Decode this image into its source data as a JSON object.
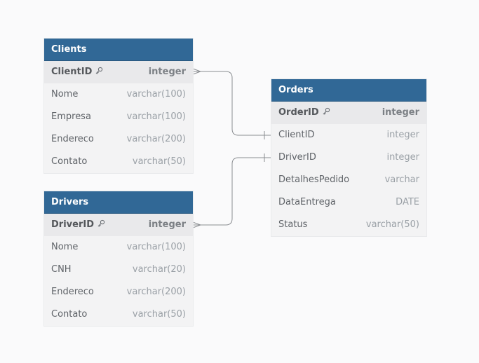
{
  "tables": {
    "clients": {
      "title": "Clients",
      "columns": [
        {
          "name": "ClientID",
          "type": "integer",
          "pk": true
        },
        {
          "name": "Nome",
          "type": "varchar(100)"
        },
        {
          "name": "Empresa",
          "type": "varchar(100)"
        },
        {
          "name": "Endereco",
          "type": "varchar(200)"
        },
        {
          "name": "Contato",
          "type": "varchar(50)"
        }
      ]
    },
    "drivers": {
      "title": "Drivers",
      "columns": [
        {
          "name": "DriverID",
          "type": "integer",
          "pk": true
        },
        {
          "name": "Nome",
          "type": "varchar(100)"
        },
        {
          "name": "CNH",
          "type": "varchar(20)"
        },
        {
          "name": "Endereco",
          "type": "varchar(200)"
        },
        {
          "name": "Contato",
          "type": "varchar(50)"
        }
      ]
    },
    "orders": {
      "title": "Orders",
      "columns": [
        {
          "name": "OrderID",
          "type": "integer",
          "pk": true
        },
        {
          "name": "ClientID",
          "type": "integer"
        },
        {
          "name": "DriverID",
          "type": "integer"
        },
        {
          "name": "DetalhesPedido",
          "type": "varchar"
        },
        {
          "name": "DataEntrega",
          "type": "DATE"
        },
        {
          "name": "Status",
          "type": "varchar(50)"
        }
      ]
    }
  },
  "relationships": [
    {
      "from": "clients.ClientID",
      "to": "orders.ClientID",
      "from_cardinality": "many",
      "to_cardinality": "one"
    },
    {
      "from": "drivers.DriverID",
      "to": "orders.DriverID",
      "from_cardinality": "many",
      "to_cardinality": "one"
    }
  ],
  "icons": {
    "primary_key": "key-icon"
  },
  "colors": {
    "header": "#316896",
    "header_text": "#ffffff",
    "background": "#fafafb",
    "connector": "#8a8d91"
  }
}
